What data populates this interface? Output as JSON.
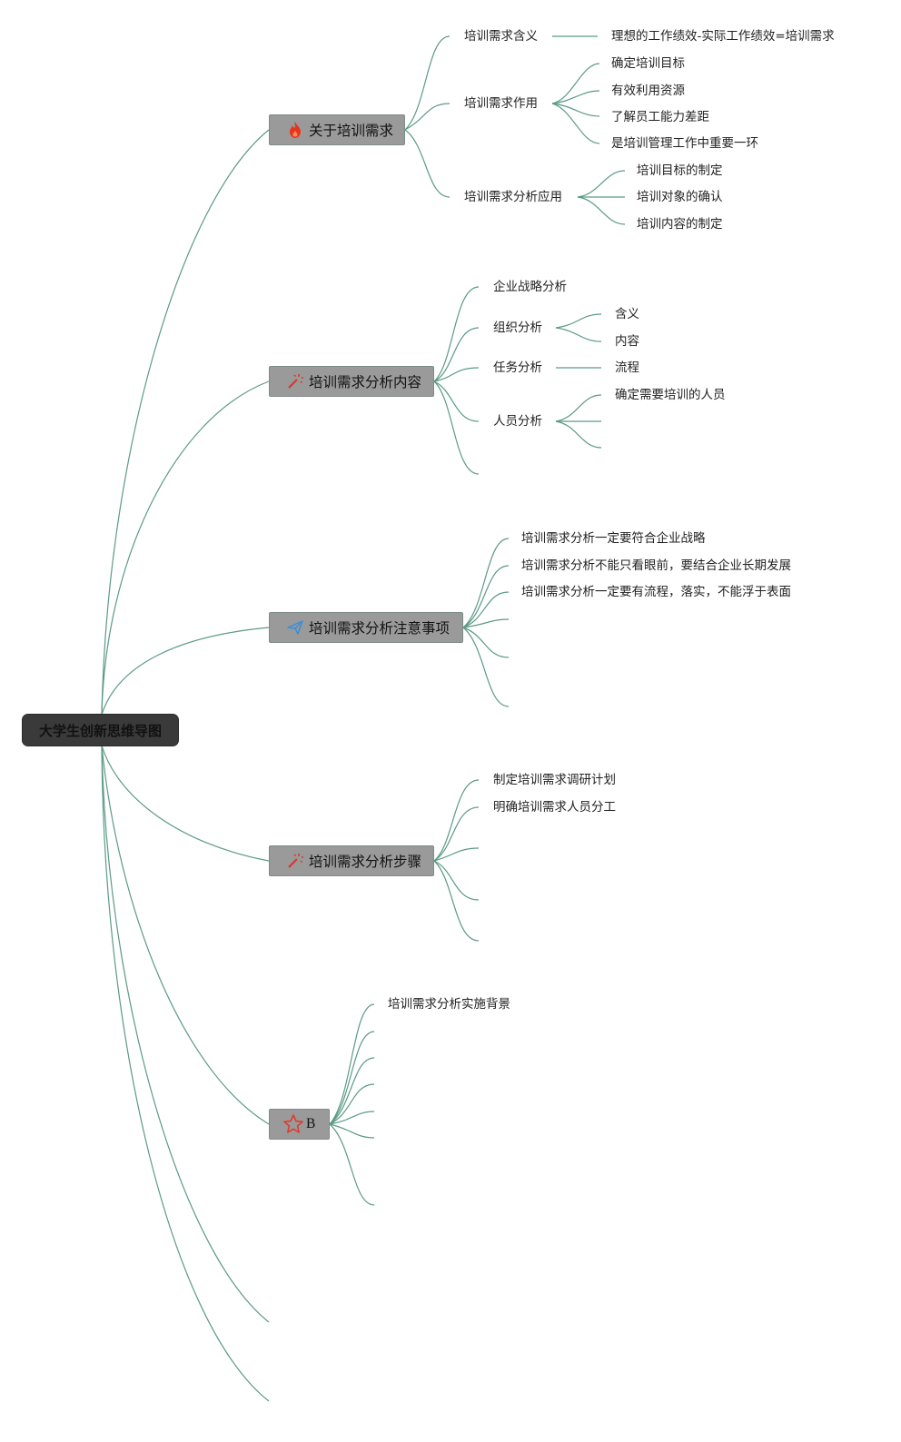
{
  "root": {
    "label": "大学生创新思维导图"
  },
  "branches": [
    {
      "label": "关于培训需求",
      "icon": "fire-icon",
      "children": [
        {
          "label": "培训需求含义",
          "children": [
            "理想的工作绩效-实际工作绩效=培训需求"
          ]
        },
        {
          "label": "培训需求作用",
          "children": [
            "确定培训目标",
            "有效利用资源",
            "了解员工能力差距",
            "是培训管理工作中重要一环"
          ]
        },
        {
          "label": "培训需求分析应用",
          "children": [
            "培训目标的制定",
            "培训对象的确认",
            "培训内容的制定"
          ]
        }
      ]
    },
    {
      "label": "培训需求分析内容",
      "icon": "magic-wand-icon",
      "children": [
        {
          "label": "企业战略分析"
        },
        {
          "label": "组织分析",
          "children": [
            "含义",
            "内容"
          ]
        },
        {
          "label": "任务分析",
          "children": [
            "流程"
          ]
        },
        {
          "label": "人员分析",
          "children": [
            "确定需要培训的人员"
          ]
        }
      ]
    },
    {
      "label": "培训需求分析注意事项",
      "icon": "paper-plane-icon",
      "children": [
        {
          "label": "培训需求分析一定要符合企业战略"
        },
        {
          "label": "培训需求分析不能只看眼前，要结合企业长期发展"
        },
        {
          "label": "培训需求分析一定要有流程，落实，不能浮于表面"
        }
      ]
    },
    {
      "label": "培训需求分析步骤",
      "icon": "magic-wand-icon",
      "children": [
        {
          "label": "制定培训需求调研计划"
        },
        {
          "label": "明确培训需求人员分工"
        }
      ]
    },
    {
      "label": "B",
      "icon": "star-icon",
      "children": [
        {
          "label": "培训需求分析实施背景"
        }
      ]
    }
  ],
  "colors": {
    "connector": "#5b9a86",
    "main_fill": "#9a9a9a",
    "root_fill": "#3a3a3a",
    "fire": "#e8341c",
    "wand": "#d9342b",
    "plane": "#3a8fd8",
    "star": "#e03a2f"
  }
}
